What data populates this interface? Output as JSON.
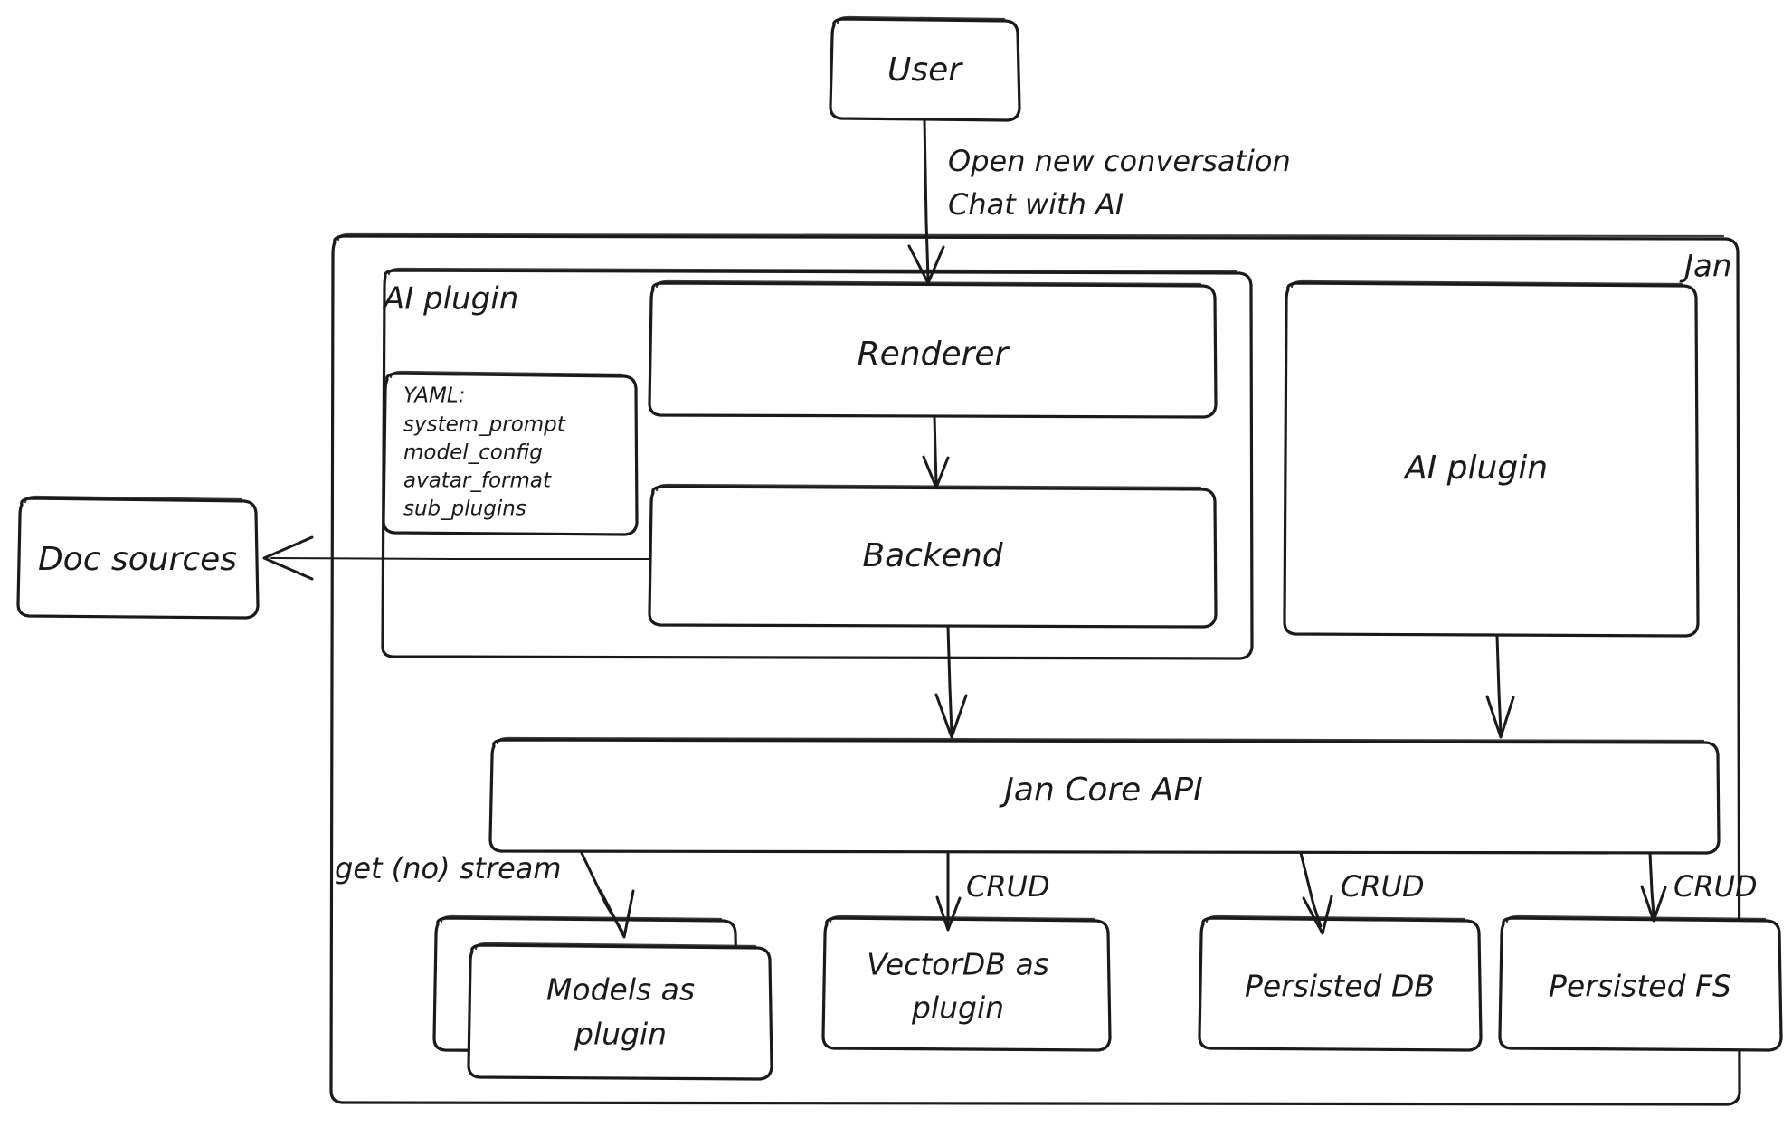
{
  "diagram": {
    "title": "Jan architecture diagram",
    "style": "hand-drawn whiteboard sketch",
    "stroke_color": "#1a1a1a",
    "background_color": "#ffffff"
  },
  "nodes": {
    "user": {
      "label": "User"
    },
    "jan_container": {
      "label": "Jan"
    },
    "ai_plugin_group": {
      "label": "AI plugin"
    },
    "renderer": {
      "label": "Renderer"
    },
    "backend": {
      "label": "Backend"
    },
    "ai_plugin_right": {
      "label": "AI plugin"
    },
    "doc_sources": {
      "label": "Doc sources"
    },
    "jan_core_api": {
      "label": "Jan Core API"
    },
    "models_plugin": {
      "label_line1": "Models as",
      "label_line2": "plugin"
    },
    "vectordb_plugin": {
      "label_line1": "VectorDB as",
      "label_line2": "plugin"
    },
    "persisted_db": {
      "label": "Persisted DB"
    },
    "persisted_fs": {
      "label": "Persisted FS"
    }
  },
  "yaml_card": {
    "heading": "YAML:",
    "items": [
      "system_prompt",
      "model_config",
      "avatar_format",
      "sub_plugins"
    ]
  },
  "edge_labels": {
    "user_to_renderer_line1": "Open new conversation",
    "user_to_renderer_line2": "Chat with AI",
    "core_to_models": "get (no) stream",
    "core_to_vectordb": "CRUD",
    "core_to_persisted_db": "CRUD",
    "core_to_persisted_fs": "CRUD"
  }
}
